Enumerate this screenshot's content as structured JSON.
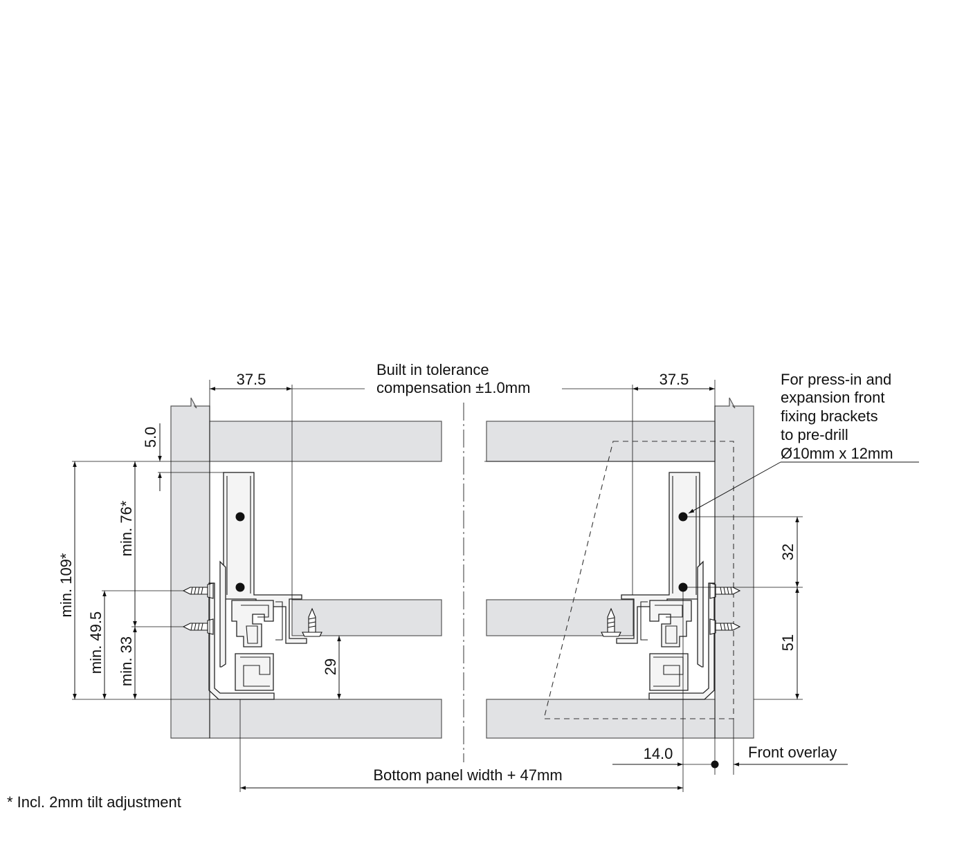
{
  "labels": {
    "top_left_width": "37.5",
    "top_right_width": "37.5",
    "tolerance_line1": "Built in tolerance",
    "tolerance_line2": "compensation ±1.0mm",
    "predrill_line1": "For press-in and",
    "predrill_line2": "expansion front",
    "predrill_line3": "fixing brackets",
    "predrill_line4": "to pre-drill",
    "predrill_line5": "Ø10mm  x  12mm",
    "dim_5": "5.0",
    "dim_min76": "min. 76*",
    "dim_min109": "min. 109*",
    "dim_min49": "min. 49.5",
    "dim_min33": "min. 33",
    "dim_29": "29",
    "dim_32": "32",
    "dim_51": "51",
    "dim_14": "14.0",
    "front_overlay": "Front overlay",
    "bottom_width": "Bottom panel width + 47mm",
    "footnote": "* Incl. 2mm tilt adjustment"
  }
}
